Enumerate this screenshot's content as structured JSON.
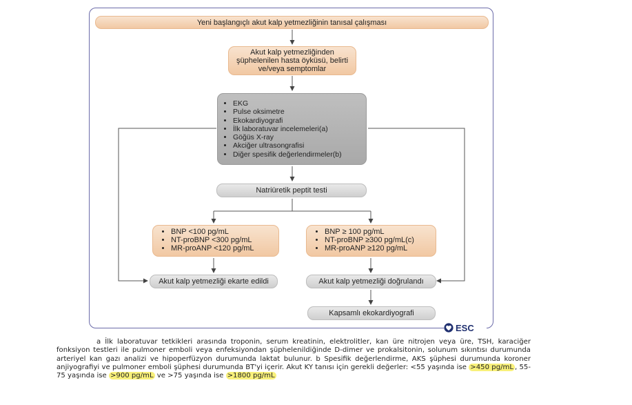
{
  "flowchart": {
    "title": "Yeni başlangıçlı akut kalp yetmezliğinin tanısal çalışması",
    "suspicion": "Akut kalp yetmezliğinden şüphelenilen hasta öyküsü, belirti ve/veya semptomlar",
    "tests": [
      "EKG",
      "Pulse oksimetre",
      "Ekokardiyografi",
      "İlk laboratuvar incelemeleri(a)",
      "Göğüs X-ray",
      "Akciğer ultrasongrafisi",
      "Diğer spesifik değerlendirmeler(b)"
    ],
    "natriuretic": "Natriüretik peptit testi",
    "left_criteria": [
      "BNP <100 pg/mL",
      "NT-proBNP <300 pg/mL",
      "MR-proANP <120 pg/mL"
    ],
    "right_criteria": [
      "BNP ≥ 100 pg/mL",
      "NT-proBNP ≥300 pg/mL(c)",
      "MR-proANP ≥120 pg/mL"
    ],
    "excluded": "Akut kalp yetmezliği ekarte edildi",
    "confirmed": "Akut kalp yetmezliği doğrulandı",
    "echo": "Kapsamlı ekokardiyografi"
  },
  "logo": {
    "text": "ESC",
    "icon": "heart-icon",
    "color": "#203070"
  },
  "footnote": {
    "text_1": "a İlk laboratuvar tetkikleri arasında troponin, serum kreatinin, elektrolitler, kan üre nitrojen veya üre, TSH, karaciğer fonksiyon testleri ile pulmoner emboli veya enfeksiyondan şüphelenildiğinde D-dimer ve prokalsitonin, solunum sıkıntısı durumunda arteriyel kan gazı analizi ve hipoperfüzyon durumunda laktat bulunur. b Spesifik değerlendirme, AKS şüphesi durumunda koroner anjiyografiyi ve pulmoner emboli şüphesi durumunda BT'yi içerir. Akut KY tanısı için gerekli değerler: <55 yaşında ise ",
    "hl_1": ">450 pg/mL",
    "text_2": ", 55-75 yaşında ise ",
    "hl_2": ">900 pg/mL",
    "text_3": " ve >75 yaşında ise ",
    "hl_3": ">1800 pg/mL",
    "highlight_color": "#f8f07a"
  }
}
